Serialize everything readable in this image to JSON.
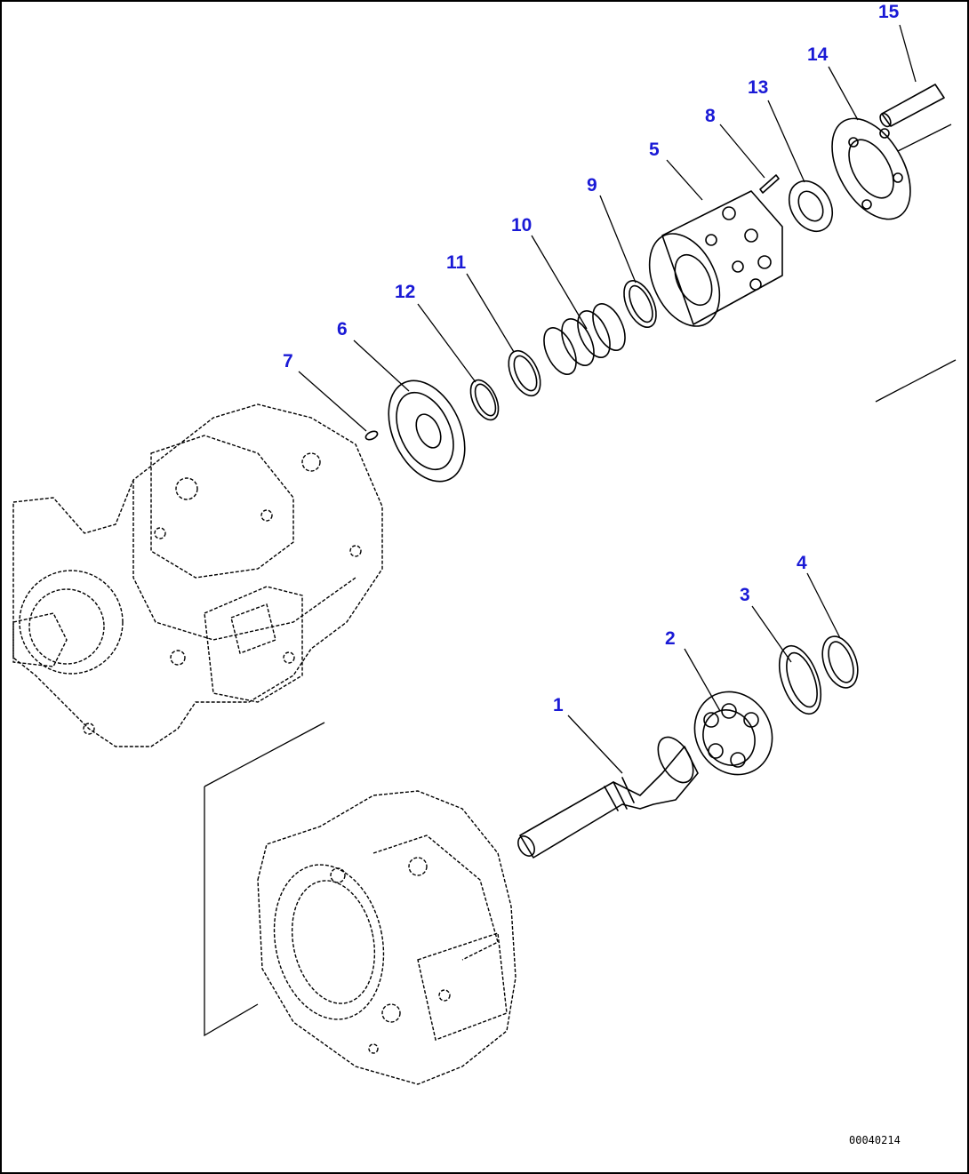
{
  "drawing": {
    "code": "00040214",
    "callouts": [
      "1",
      "2",
      "3",
      "4",
      "5",
      "6",
      "7",
      "8",
      "9",
      "10",
      "11",
      "12",
      "13",
      "14",
      "15"
    ]
  }
}
